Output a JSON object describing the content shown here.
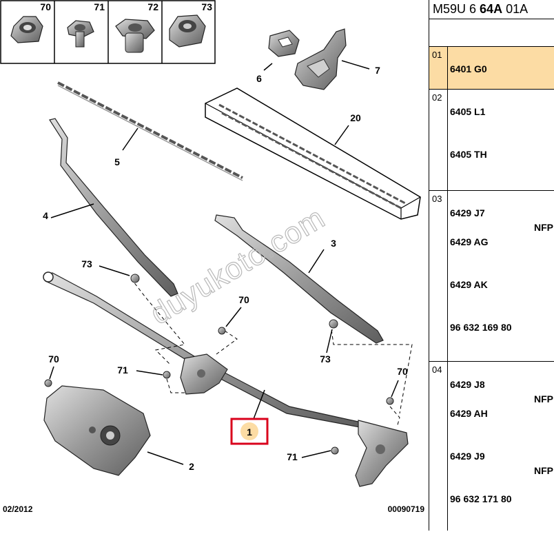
{
  "header": {
    "prefix": "M59U 6",
    "bold": "64A",
    "suffix": "01A"
  },
  "top_parts": [
    {
      "num": "70",
      "kind": "nut-flanged"
    },
    {
      "num": "71",
      "kind": "bolt-small"
    },
    {
      "num": "72",
      "kind": "nut-grommet"
    },
    {
      "num": "73",
      "kind": "nut-hex"
    }
  ],
  "callouts": [
    "6",
    "7",
    "20",
    "5",
    "4",
    "3",
    "73",
    "70",
    "73",
    "70",
    "71",
    "70",
    "1",
    "71",
    "2"
  ],
  "highlighted_callout": "1",
  "watermark": "duyukoto.com",
  "footer": {
    "date": "02/2012",
    "code": "00090719"
  },
  "groups": [
    {
      "num": "01",
      "selected": true,
      "refs": [
        {
          "ref": "6401 G0",
          "nfp": ""
        }
      ]
    },
    {
      "num": "02",
      "selected": false,
      "refs": [
        {
          "ref": "6405 L1",
          "nfp": ""
        },
        {
          "ref": "6405 TH",
          "nfp": ""
        }
      ]
    },
    {
      "num": "03",
      "selected": false,
      "refs": [
        {
          "ref": "6429 J7",
          "nfp": "NFP"
        },
        {
          "ref": "6429 AG",
          "nfp": ""
        },
        {
          "ref": "6429 AK",
          "nfp": ""
        },
        {
          "ref": "96 632 169 80",
          "nfp": ""
        }
      ]
    },
    {
      "num": "04",
      "selected": false,
      "refs": [
        {
          "ref": "6429 J8",
          "nfp": "NFP"
        },
        {
          "ref": "6429 AH",
          "nfp": ""
        },
        {
          "ref": "6429 J9",
          "nfp": "NFP"
        },
        {
          "ref": "96 632 171 80",
          "nfp": ""
        }
      ]
    }
  ],
  "colors": {
    "highlight_box": "#d9001b",
    "highlight_fill": "#fcdca4",
    "line": "#000000",
    "part_gray": "#9a9a9a"
  }
}
